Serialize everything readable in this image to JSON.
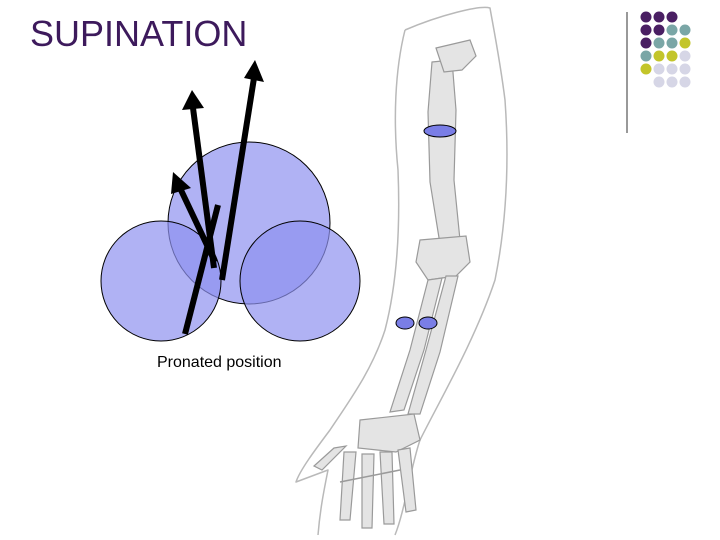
{
  "slide": {
    "title": "SUPINATION",
    "caption": "Pronated position"
  },
  "colors": {
    "title": "#3d1a5c",
    "circle_fill": "#8f92f0",
    "circle_stroke": "#000000",
    "bone_marker": "#7a7ee6",
    "dot_purple": "#4a1f63",
    "dot_teal": "#7aa6a6",
    "dot_olive": "#c3c52a",
    "dot_lavender": "#d6d6e6"
  },
  "icons": [
    "forearm-skeleton-illustration",
    "vector-arrow",
    "decorative-dot-grid"
  ]
}
